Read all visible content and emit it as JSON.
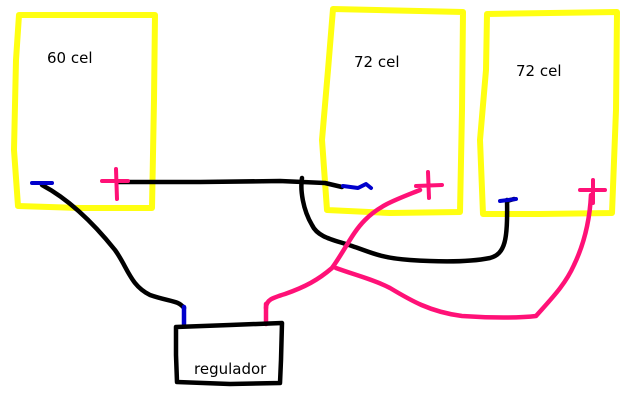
{
  "colors": {
    "panel_outline": "#ffff11",
    "wire_negative": "#000000",
    "wire_positive": "#ff1177",
    "terminal_negative": "#0000cc",
    "terminal_positive": "#ff1177",
    "regulator_outline": "#000000",
    "background": "#ffffff"
  },
  "panels": [
    {
      "label": "60 cel",
      "negative_symbol": "-",
      "positive_symbol": "+"
    },
    {
      "label": "72 cel",
      "negative_symbol": "-",
      "positive_symbol": "+"
    },
    {
      "label": "72 cel",
      "negative_symbol": "-",
      "positive_symbol": "+"
    }
  ],
  "regulator": {
    "label": "regulador"
  }
}
